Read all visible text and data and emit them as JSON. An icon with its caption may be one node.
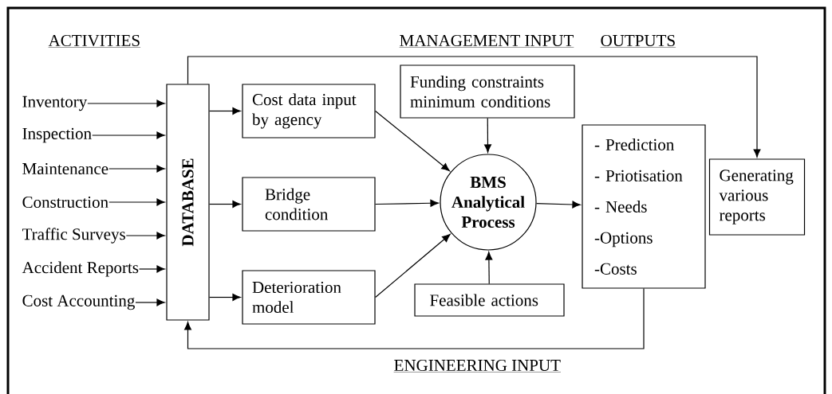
{
  "diagram": {
    "nodes": [
      {
        "text": [
          "Inventory"
        ]
      },
      {
        "text": [
          "Inspection"
        ]
      },
      {
        "text": [
          "Maintenance"
        ]
      },
      {
        "text": [
          "Construction"
        ]
      },
      {
        "text": [
          "Traffic Surveys"
        ]
      },
      {
        "text": [
          "Accident Reports"
        ]
      },
      {
        "text": [
          "Cost Accounting"
        ]
      },
      {
        "text": [
          "DATABASE"
        ]
      },
      {
        "text": [
          "Cost data input by agency"
        ]
      },
      {
        "text": [
          "Bridge condition"
        ]
      },
      {
        "text": [
          "Deterioration model"
        ]
      },
      {
        "text": [
          "Funding constraints minimum conditions"
        ]
      },
      {
        "text": [
          "BMS Analytical Process"
        ]
      },
      {
        "text": [
          "- Prediction",
          "- Priotisation",
          "- Needs",
          "-Options",
          "-Costs"
        ]
      },
      {
        "text": [
          "Generating various reports"
        ]
      },
      {
        "text": [
          "Feasible actions"
        ]
      }
    ],
    "edges": [
      {
        "from": 0,
        "to": 7,
        "arrow": "to"
      },
      {
        "from": 1,
        "to": 7,
        "arrow": "to"
      },
      {
        "from": 2,
        "to": 7,
        "arrow": "to"
      },
      {
        "from": 3,
        "to": 7,
        "arrow": "to"
      },
      {
        "from": 4,
        "to": 7,
        "arrow": "to"
      },
      {
        "from": 5,
        "to": 7,
        "arrow": "to"
      },
      {
        "from": 6,
        "to": 7,
        "arrow": "to"
      },
      {
        "from": 7,
        "to": 8,
        "arrow": "to"
      },
      {
        "from": 7,
        "to": 9,
        "arrow": "to"
      },
      {
        "from": 7,
        "to": 10,
        "arrow": "to"
      },
      {
        "from": 8,
        "to": 12,
        "arrow": "to"
      },
      {
        "from": 9,
        "to": 12,
        "arrow": "to"
      },
      {
        "from": 10,
        "to": 12,
        "arrow": "to"
      },
      {
        "from": 11,
        "to": 12,
        "arrow": "to"
      },
      {
        "from": 15,
        "to": 12,
        "arrow": "to"
      },
      {
        "from": 12,
        "to": 13,
        "arrow": "to"
      },
      {
        "from": 7,
        "to": 14,
        "arrow": "to"
      },
      {
        "from": 13,
        "to": 7,
        "arrow": "to"
      }
    ],
    "labels": [
      "ACTIVITIES",
      "MANAGEMENT INPUT",
      "OUTPUTS",
      "ENGINEERING INPUT"
    ]
  }
}
